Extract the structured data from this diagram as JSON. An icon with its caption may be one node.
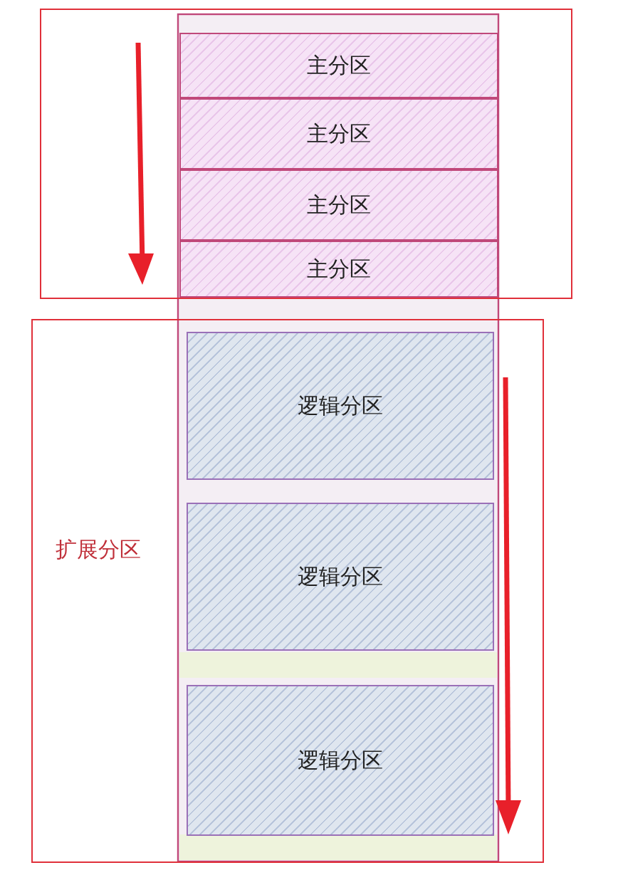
{
  "diagram": {
    "nodes": [
      {
        "text": [],
        "shape": "box"
      },
      {
        "text": [
          "主分区"
        ],
        "in": 0
      },
      {
        "text": [
          "主分区"
        ],
        "in": 0
      },
      {
        "text": [
          "主分区"
        ],
        "in": 0
      },
      {
        "text": [
          "主分区"
        ],
        "in": 0
      },
      {
        "text": [
          "扩展分区"
        ]
      },
      {
        "text": [
          "逻辑分区"
        ],
        "in": 5
      },
      {
        "text": [
          "逻辑分区"
        ],
        "in": 5
      },
      {
        "text": [
          "逻辑分区"
        ],
        "in": 5
      }
    ],
    "edges": []
  }
}
